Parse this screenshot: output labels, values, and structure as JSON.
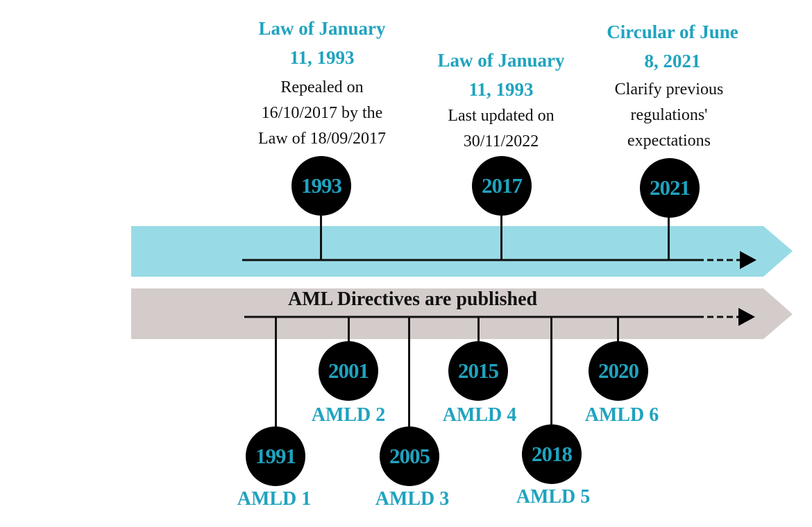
{
  "colors": {
    "accent": "#1fa3bf",
    "top_band": "#98dbe6",
    "bottom_band": "#d4cccb",
    "circle": "#000000",
    "text": "#111111"
  },
  "top_timeline": {
    "events": [
      {
        "year": "1993",
        "title_line1": "Law of January",
        "title_line2": "11, 1993",
        "desc": [
          "Repealed on",
          "16/10/2017 by the",
          "Law of 18/09/2017"
        ]
      },
      {
        "year": "2017",
        "title_line1": "Law of January",
        "title_line2": "11, 1993",
        "desc": [
          "Last updated on",
          "30/11/2022"
        ]
      },
      {
        "year": "2021",
        "title_line1": "Circular of June",
        "title_line2": "8, 2021",
        "desc": [
          "Clarify previous",
          "regulations'",
          "expectations"
        ]
      }
    ]
  },
  "bottom_timeline": {
    "label": "AML Directives are published",
    "events": [
      {
        "year": "1991",
        "label": "AMLD 1"
      },
      {
        "year": "2001",
        "label": "AMLD 2"
      },
      {
        "year": "2005",
        "label": "AMLD 3"
      },
      {
        "year": "2015",
        "label": "AMLD 4"
      },
      {
        "year": "2018",
        "label": "AMLD 5"
      },
      {
        "year": "2020",
        "label": "AMLD 6"
      }
    ]
  }
}
